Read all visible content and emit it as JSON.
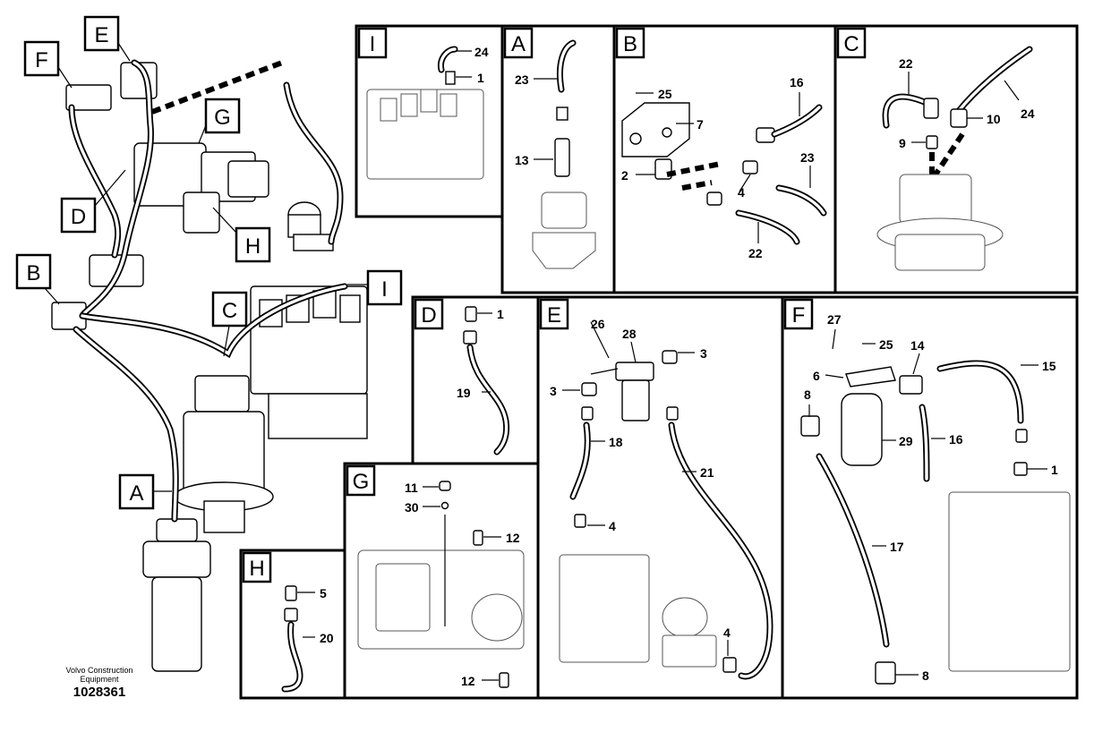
{
  "footer": {
    "company_line1": "Volvo Construction",
    "company_line2": "Equipment",
    "document_number": "1028361"
  },
  "overview_tags": [
    "A",
    "B",
    "C",
    "D",
    "E",
    "F",
    "G",
    "H",
    "I"
  ],
  "panels": {
    "I": {
      "tag": "I",
      "callouts": [
        "24",
        "1"
      ]
    },
    "A": {
      "tag": "A",
      "callouts": [
        "23",
        "13"
      ]
    },
    "B": {
      "tag": "B",
      "callouts": [
        "25",
        "7",
        "16",
        "2",
        "23",
        "4",
        "22"
      ]
    },
    "C": {
      "tag": "C",
      "callouts": [
        "22",
        "24",
        "10",
        "9"
      ]
    },
    "D": {
      "tag": "D",
      "callouts": [
        "1",
        "19"
      ]
    },
    "E": {
      "tag": "E",
      "callouts": [
        "26",
        "28",
        "3",
        "3",
        "18",
        "21",
        "4",
        "4"
      ]
    },
    "F": {
      "tag": "F",
      "callouts": [
        "27",
        "25",
        "14",
        "15",
        "6",
        "8",
        "29",
        "16",
        "1",
        "17",
        "8"
      ]
    },
    "G": {
      "tag": "G",
      "callouts": [
        "11",
        "30",
        "12",
        "12"
      ]
    },
    "H": {
      "tag": "H",
      "callouts": [
        "5",
        "20"
      ]
    }
  }
}
